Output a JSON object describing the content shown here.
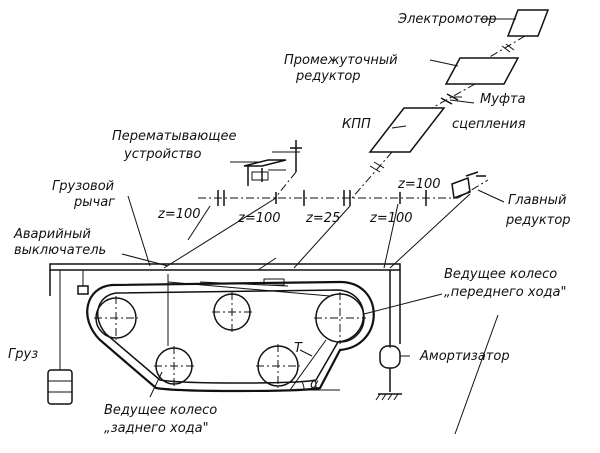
{
  "labels": {
    "motor": "Электромотор",
    "intermediate_gear_1": "Промежуточный",
    "intermediate_gear_2": "редуктор",
    "clutch_1": "Муфта",
    "clutch_2": "сцепления",
    "gearbox": "КПП",
    "rewinder_1": "Перематывающее",
    "rewinder_2": "устройство",
    "cargo_lever_1": "Грузовой",
    "cargo_lever_2": "рычаг",
    "main_gear_1": "Главный",
    "main_gear_2": "редуктор",
    "emergency_switch_1": "Аварийный",
    "emergency_switch_2": "выключатель",
    "front_drive_1": "Ведущее колесо",
    "front_drive_2": "„переднего хода\"",
    "weight": "Груз",
    "shock_absorber": "Амортизатор",
    "rear_drive_1": "Ведущее колесо",
    "rear_drive_2": "„заднего хода\"",
    "angle_alpha": "α",
    "tension_T": "T"
  },
  "gear_ratios": {
    "z1": "z=100",
    "z2": "z=100",
    "z3": "z=25",
    "z4": "z=100",
    "z5": "z=100"
  },
  "colors": {
    "ink": "#111111",
    "paper": "#ffffff"
  }
}
